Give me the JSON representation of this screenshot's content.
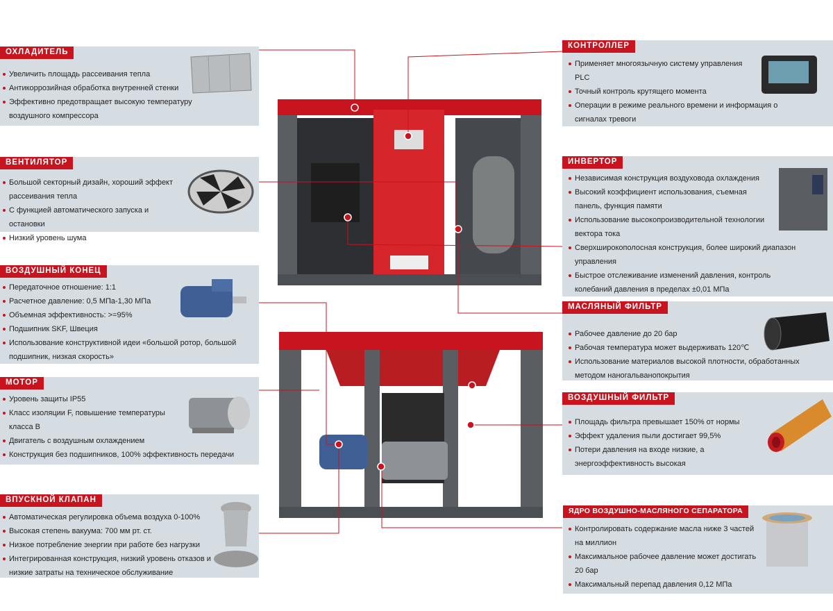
{
  "left": [
    {
      "title": "ОХЛАДИТЕЛЬ",
      "items": [
        "Увеличить площадь рассеивания тепла",
        "Антикоррозийная обработка внутренней стенки",
        "Эффективно предотвращает высокую температуру воздушного компрессора"
      ]
    },
    {
      "title": "ВЕНТИЛЯТОР",
      "items": [
        "Большой секторный дизайн, хороший эффект рассеивания тепла",
        "С функцией автоматического запуска и остановки",
        "Низкий уровень шума"
      ]
    },
    {
      "title": "ВОЗДУШНЫЙ КОНЕЦ",
      "items": [
        "Передаточное отношение: 1:1",
        "Расчетное давление: 0,5 МПа-1,30 МПа",
        "Объемная эффективность: >=95%",
        "Подшипник SKF, Швеция",
        "Использование конструктивной идеи «большой ротор, большой подшипник, низкая скорость»"
      ]
    },
    {
      "title": "МОТОР",
      "items": [
        "Уровень защиты IP55",
        "Класс изоляции F, повышение температуры класса B",
        "Двигатель с воздушным охлаждением",
        "Конструкция без подшипников, 100% эффективность передачи"
      ]
    },
    {
      "title": "ВПУСКНОЙ КЛАПАН",
      "items": [
        "Автоматическая регулировка объема воздуха 0-100%",
        "Высокая степень вакуума: 700 мм рт. ст.",
        "Низкое потребление энергии при работе без нагрузки",
        "Интегрированная конструкция, низкий уровень отказов и низкие затраты на техническое обслуживание"
      ]
    }
  ],
  "right": [
    {
      "title": "КОНТРОЛЛЕР",
      "items": [
        "Применяет многоязычную систему управления PLC",
        "Точный контроль крутящего момента",
        "Операции в режиме реального времени и информация о сигналах тревоги"
      ]
    },
    {
      "title": "ИНВЕРТОР",
      "items": [
        "Независимая конструкция воздуховода охлаждения",
        "Высокий коэффициент использования, съемная панель, функция памяти",
        "Использование высокопроизводительной технологии вектора тока",
        "Сверхширокополосная конструкция, более широкий диапазон управления",
        "Быстрое отслеживание изменений давления, контроль колебаний давления в пределах ±0,01 МПа"
      ]
    },
    {
      "title": "МАСЛЯНЫЙ ФИЛЬТР",
      "items": [
        "Рабочее давление до 20 бар",
        "Рабочая температура может выдерживать 120℃",
        "Использование материалов высокой плотности, обработанных методом наногальванопокрытия"
      ]
    },
    {
      "title": "ВОЗДУШНЫЙ ФИЛЬТР",
      "items": [
        "Площадь фильтра превышает 150% от нормы",
        "Эффект удаления пыли достигает 99,5%",
        "Потери давления на входе низкие, а энергоэффективность высокая"
      ]
    },
    {
      "title": "ЯДРО ВОЗДУШНО-МАСЛЯНОГО СЕПАРАТОРА",
      "items": [
        "Контролировать содержание масла ниже 3 частей на миллион",
        "Максимальное рабочее давление может достигать 20 бар",
        "Максимальный перепад давления 0,12 МПа"
      ]
    }
  ],
  "colors": {
    "accent": "#c8141e",
    "panel": "#d6dde2",
    "frame": "#5a5d62"
  }
}
